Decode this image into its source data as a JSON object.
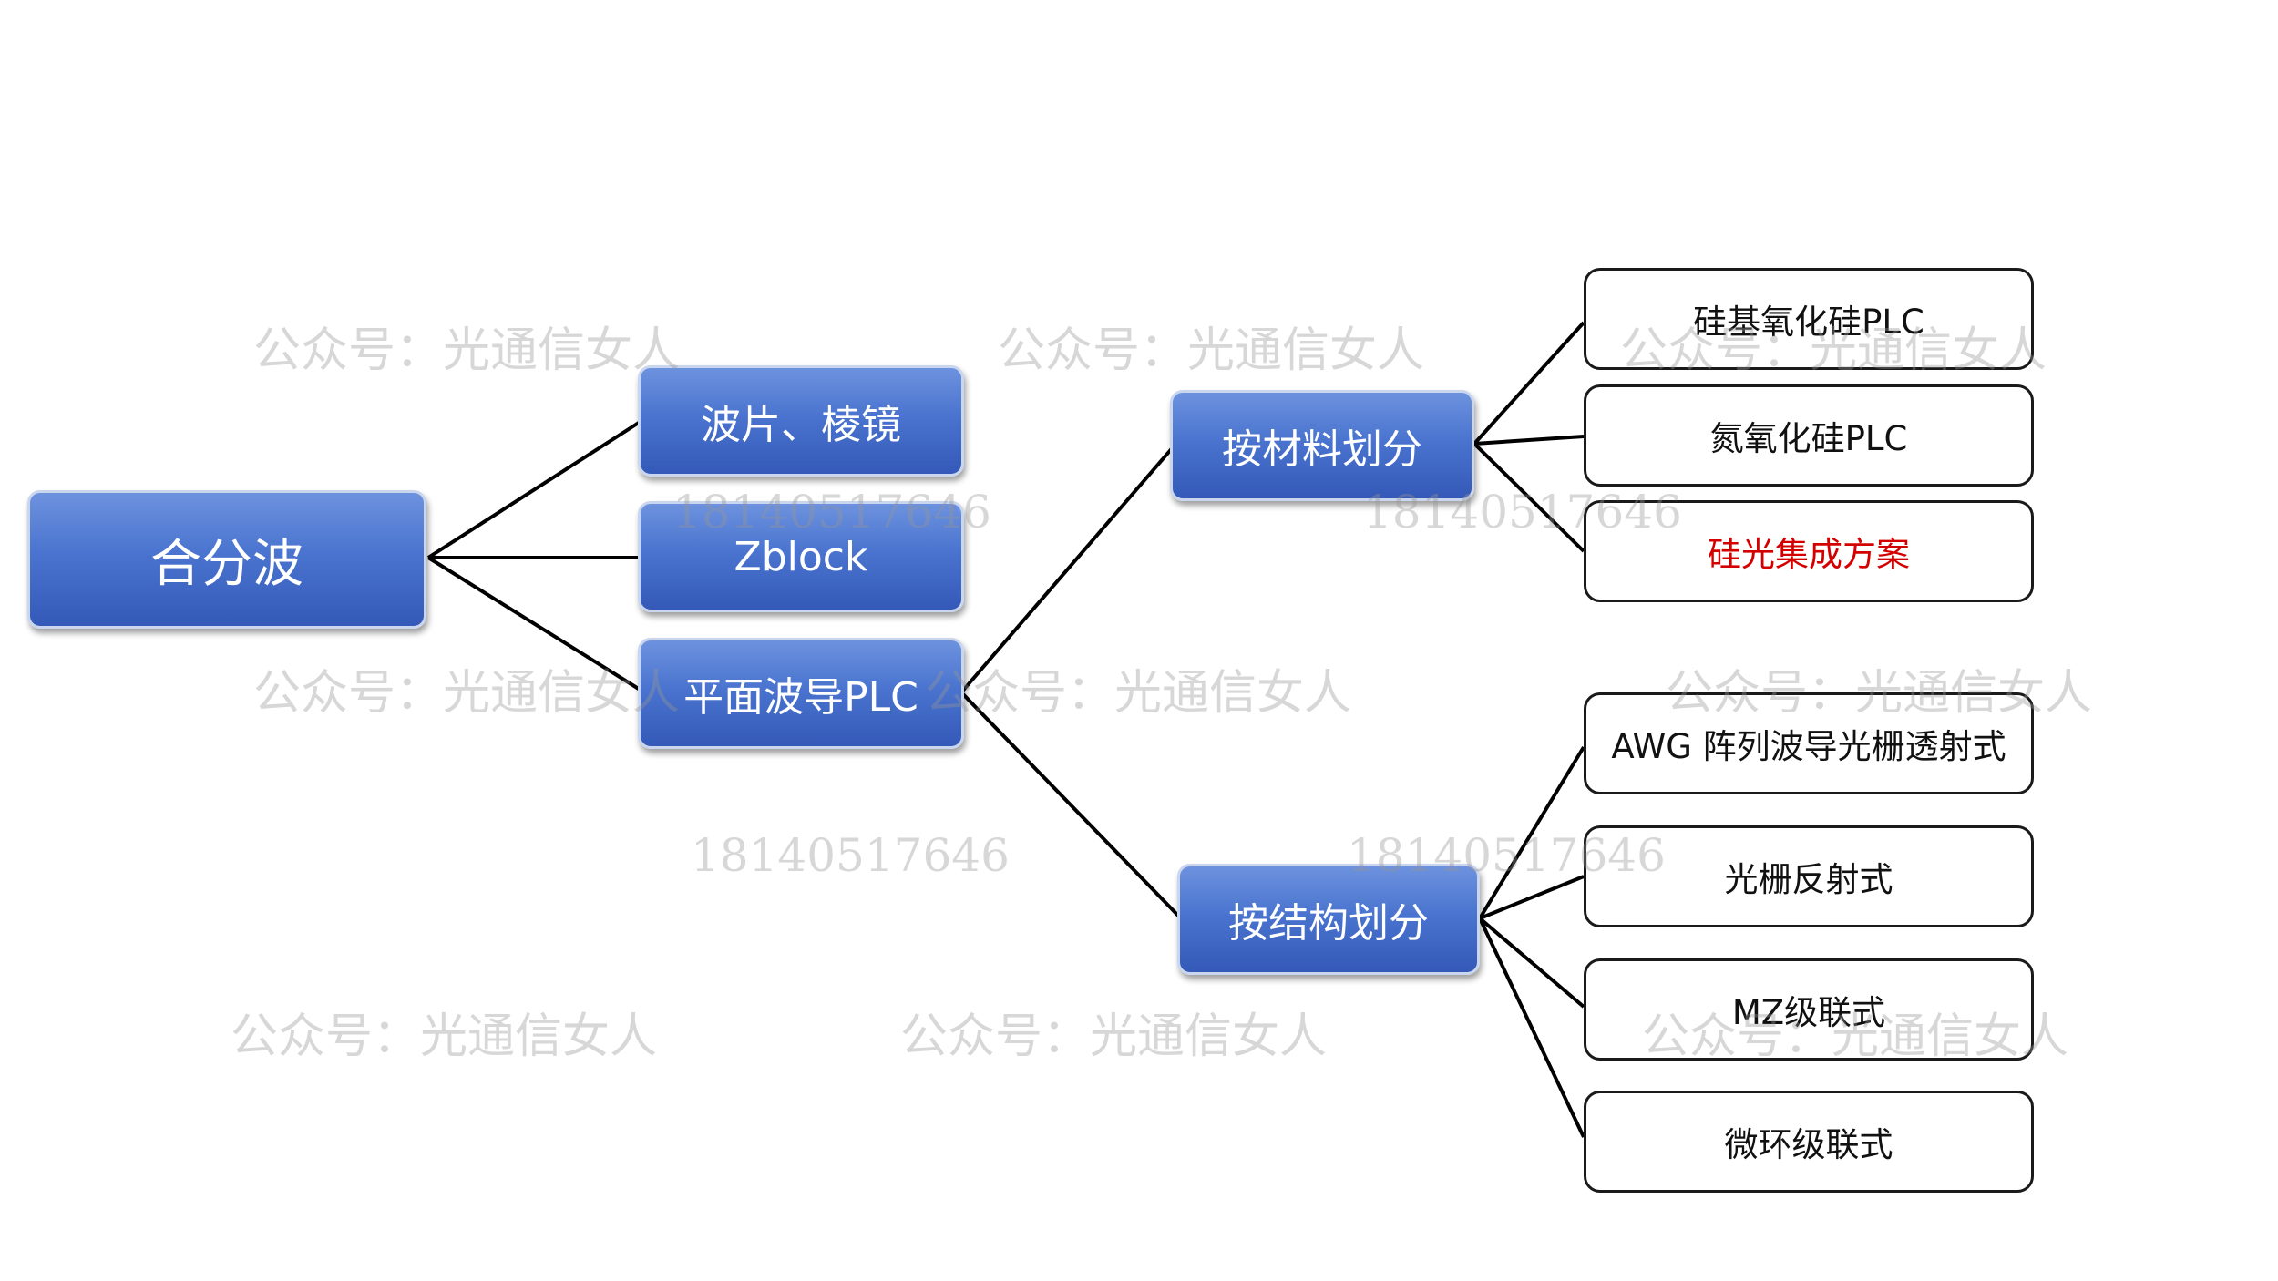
{
  "diagram": {
    "root": {
      "label": "合分波"
    },
    "level1": [
      {
        "label": "波片、棱镜"
      },
      {
        "label": "Zblock"
      },
      {
        "label": "平面波导PLC"
      }
    ],
    "level2": [
      {
        "label": "按材料划分"
      },
      {
        "label": "按结构划分"
      }
    ],
    "material_items": [
      {
        "label": "硅基氧化硅PLC"
      },
      {
        "label": "氮氧化硅PLC"
      },
      {
        "label": "硅光集成方案",
        "color": "#d40000"
      }
    ],
    "structure_items": [
      {
        "label": "AWG 阵列波导光栅透射式"
      },
      {
        "label": "光栅反射式"
      },
      {
        "label": "MZ级联式"
      },
      {
        "label": "微环级联式"
      }
    ]
  },
  "watermarks": {
    "account": "公众号：光通信女人",
    "phone": "18140517646"
  },
  "colors": {
    "node_blue": "#4a74cf",
    "highlight_red": "#d40000"
  }
}
